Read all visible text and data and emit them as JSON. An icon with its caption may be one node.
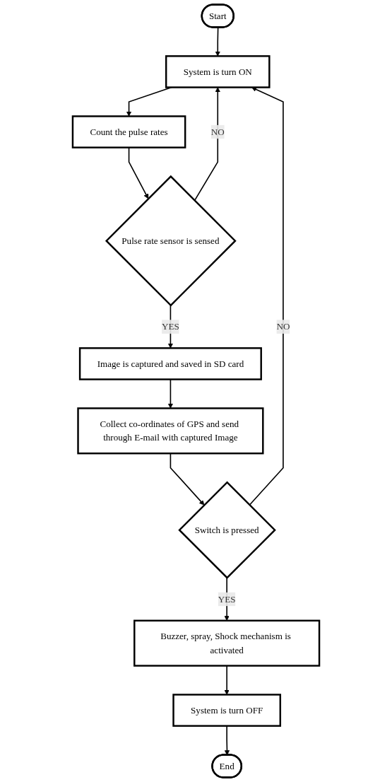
{
  "diagram": {
    "nodes": [
      {
        "text": [
          "Start"
        ]
      },
      {
        "text": [
          "System is turn ON"
        ]
      },
      {
        "text": [
          "Count the pulse rates"
        ]
      },
      {
        "text": [
          "Pulse rate sensor is sensed"
        ]
      },
      {
        "text": [
          "Image is captured and saved in SD card"
        ]
      },
      {
        "text": [
          "Collect co-ordinates of GPS and send through E-mail with captured Image"
        ]
      },
      {
        "text": [
          "Switch is pressed"
        ]
      },
      {
        "text": [
          "Buzzer, spray, Shock mechanism is activated"
        ]
      },
      {
        "text": [
          "System is turn OFF"
        ]
      },
      {
        "text": [
          "End"
        ]
      }
    ],
    "edges": [
      {
        "from": 0,
        "to": 1,
        "arrow": "to"
      },
      {
        "from": 1,
        "to": 2,
        "arrow": "to"
      },
      {
        "from": 2,
        "to": 3,
        "arrow": "to"
      },
      {
        "from": 3,
        "to": 1,
        "arrow": "to",
        "label": "NO"
      },
      {
        "from": 3,
        "to": 4,
        "arrow": "to",
        "label": "YES"
      },
      {
        "from": 4,
        "to": 5,
        "arrow": "to"
      },
      {
        "from": 5,
        "to": 6,
        "arrow": "to"
      },
      {
        "from": 6,
        "to": 1,
        "arrow": "to",
        "label": "NO"
      },
      {
        "from": 6,
        "to": 7,
        "arrow": "to",
        "label": "YES"
      },
      {
        "from": 7,
        "to": 8,
        "arrow": "to"
      },
      {
        "from": 8,
        "to": 9,
        "arrow": "to"
      }
    ]
  }
}
